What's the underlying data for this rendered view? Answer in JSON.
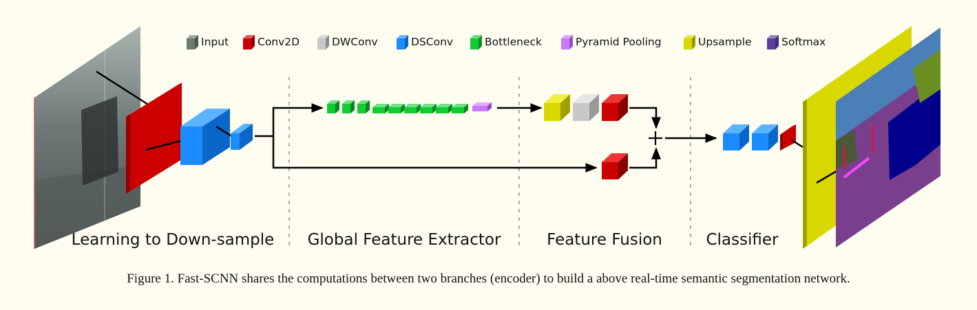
{
  "legend": [
    {
      "label": "Input",
      "color": "#6b7b6e",
      "name": "input"
    },
    {
      "label": "Conv2D",
      "color": "#cc0000",
      "name": "conv2d"
    },
    {
      "label": "DWConv",
      "color": "#c8c8c8",
      "name": "dwconv"
    },
    {
      "label": "DSConv",
      "color": "#1a8cff",
      "name": "dsconv"
    },
    {
      "label": "Bottleneck",
      "color": "#11cc33",
      "name": "bottleneck"
    },
    {
      "label": "Pyramid Pooling",
      "color": "#cc77ff",
      "name": "pyramid-pooling"
    },
    {
      "label": "Upsample",
      "color": "#d8d800",
      "name": "upsample"
    },
    {
      "label": "Softmax",
      "color": "#5a3ea0",
      "name": "softmax"
    }
  ],
  "sections": [
    "Learning to Down-sample",
    "Global Feature Extractor",
    "Feature Fusion",
    "Classifier"
  ],
  "caption": "Figure 1. Fast-SCNN shares the computations between two branches (encoder) to build a above real-time semantic segmentation network.",
  "colors": {
    "background": "#fffdf0",
    "conv": "#cc0000",
    "dsconv": "#1a8cff",
    "dwconv": "#c8c8c8",
    "bottleneck": "#11cc33",
    "pyramid": "#cc77ff",
    "upsample": "#d8d800",
    "softmax": "#5a3ea0"
  }
}
